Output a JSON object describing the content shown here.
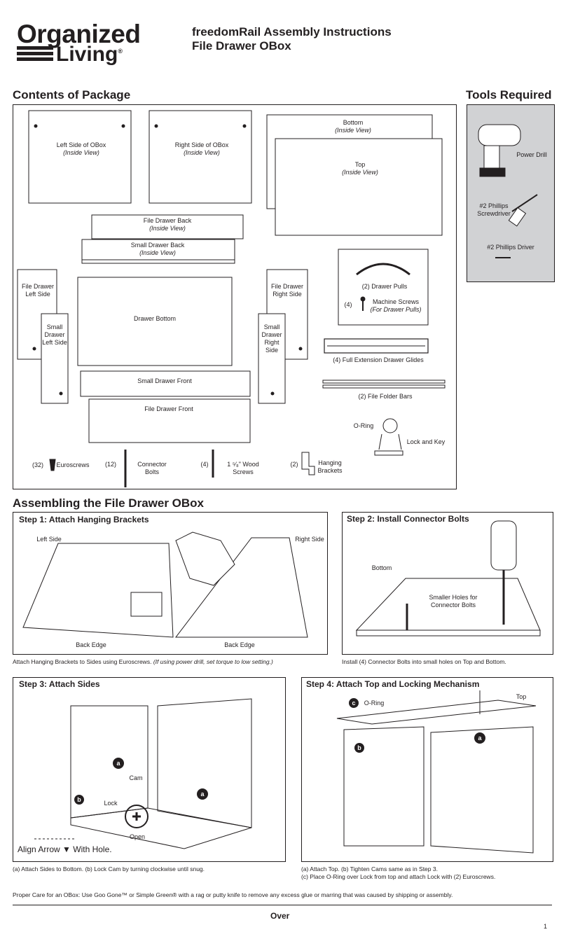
{
  "header": {
    "brand_line1": "Organized",
    "brand_line2": "Living",
    "brand_mark": "®",
    "title_line1": "freedomRail Assembly Instructions",
    "title_line2": "File Drawer OBox"
  },
  "contents": {
    "heading": "Contents of Package",
    "parts": {
      "left_side": "Left Side of OBox",
      "left_side_view": "(Inside View)",
      "right_side": "Right Side of OBox",
      "right_side_view": "(Inside View)",
      "bottom": "Bottom",
      "bottom_view": "(Inside View)",
      "top": "Top",
      "top_view": "(Inside View)",
      "file_drawer_back": "File Drawer Back",
      "file_drawer_back_view": "(Inside View)",
      "small_drawer_back": "Small Drawer Back",
      "small_drawer_back_view": "(Inside View)",
      "file_drawer_left": "File Drawer Left Side",
      "small_drawer_left": "Small Drawer Left Side",
      "drawer_bottom": "Drawer Bottom",
      "file_drawer_right": "File Drawer Right Side",
      "small_drawer_right": "Small Drawer Right Side",
      "small_drawer_front": "Small Drawer Front",
      "file_drawer_front": "File Drawer Front",
      "drawer_pulls": "(2) Drawer Pulls",
      "machine_screws_qty": "(4)",
      "machine_screws": "Machine Screws",
      "machine_screws_note": "(For Drawer Pulls)",
      "glides": "(4) Full Extension Drawer Glides",
      "folder_bars": "(2) File Folder Bars",
      "o_ring": "O-Ring",
      "lock_key": "Lock and Key",
      "euroscrews_qty": "(32)",
      "euroscrews": "Euroscrews",
      "connector_qty": "(12)",
      "connector": "Connector Bolts",
      "wood_qty": "(4)",
      "wood": "1 ⁵⁄₈\" Wood Screws",
      "brackets_qty": "(2)",
      "brackets": "Hanging Brackets"
    }
  },
  "tools": {
    "heading": "Tools Required",
    "drill": "Power Drill",
    "screwdriver": "#2 Phillips Screwdriver",
    "driver": "#2 Phillips Driver"
  },
  "assembly": {
    "heading": "Assembling the File Drawer OBox",
    "step1": {
      "title": "Step 1: Attach Hanging Brackets",
      "left_side": "Left Side",
      "right_side": "Right Side",
      "back_edge_1": "Back Edge",
      "back_edge_2": "Back Edge",
      "caption": "Attach Hanging Brackets to Sides using Euroscrews.",
      "caption_note": "(If using power drill, set torque to low setting.)"
    },
    "step2": {
      "title": "Step 2: Install Connector Bolts",
      "bottom": "Bottom",
      "holes": "Smaller Holes for Connector Bolts",
      "caption": "Install (4) Connector Bolts into small holes on Top and Bottom."
    },
    "step3": {
      "title": "Step 3: Attach Sides",
      "cam": "Cam",
      "lock": "Lock",
      "open": "Open",
      "badge_a": "a",
      "badge_b": "b",
      "align": "Align Arrow ▼ With Hole.",
      "caption": "(a) Attach Sides to Bottom. (b) Lock Cam by turning clockwise until snug."
    },
    "step4": {
      "title": "Step 4: Attach Top and Locking Mechanism",
      "top": "Top",
      "o_ring": "O-Ring",
      "badge_a": "a",
      "badge_b": "b",
      "badge_c": "c",
      "caption1": "(a) Attach Top. (b) Tighten Cams same as in Step 3.",
      "caption2": "(c) Place O-Ring over Lock from top and attach Lock with (2) Euroscrews."
    }
  },
  "footer": {
    "care": "Proper Care for an OBox: Use Goo Gone™ or Simple Green® with a rag or putty knife to remove any excess glue or marring that was caused by shipping or assembly.",
    "over": "Over",
    "page": "1"
  }
}
